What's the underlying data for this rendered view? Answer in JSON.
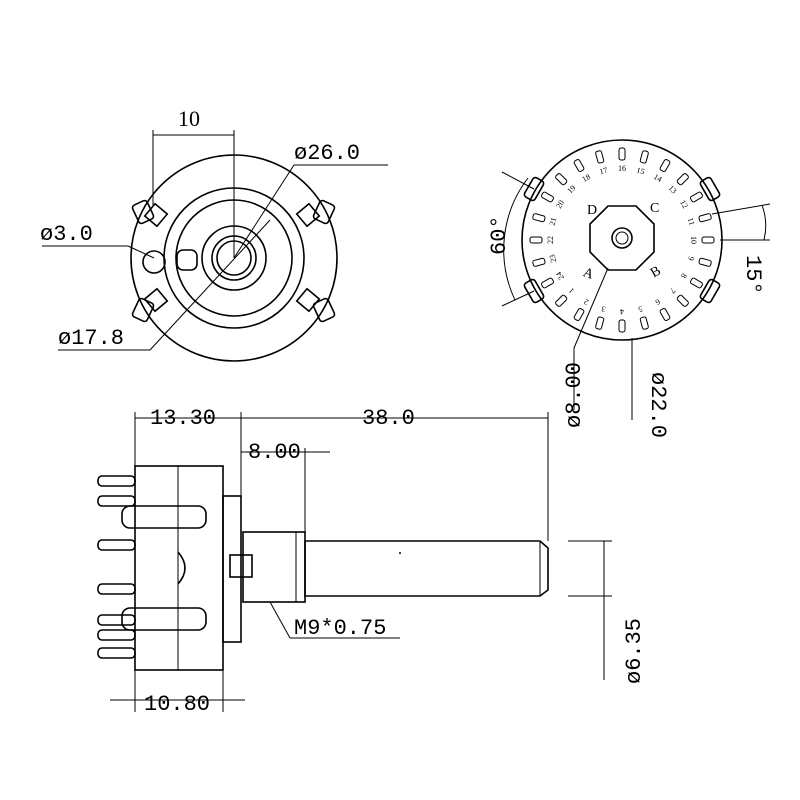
{
  "front_view": {
    "dim_width": "10",
    "dim_outer_diameter": "ø26.0",
    "dim_hole": "ø3.0",
    "dim_inner_diameter": "ø17.8"
  },
  "rear_view": {
    "dim_angle_60": "60°",
    "dim_angle_15": "15°",
    "dim_shaft": "ø8.00",
    "dim_outer": "ø22.0",
    "pole_letters": [
      "D",
      "C",
      "A",
      "B"
    ],
    "terminal_numbers": [
      "1",
      "2",
      "3",
      "4",
      "5",
      "6",
      "7",
      "8",
      "9",
      "10",
      "11",
      "12",
      "13",
      "14",
      "15",
      "16",
      "17",
      "18",
      "19",
      "20",
      "21",
      "22",
      "23",
      "24"
    ]
  },
  "side_view": {
    "dim_body": "13.30",
    "dim_shaft_length": "38.0",
    "dim_bushing": "8.00",
    "dim_thread": "M9*0.75",
    "dim_shaft_diameter": "ø6.35",
    "dim_base": "10.80"
  }
}
